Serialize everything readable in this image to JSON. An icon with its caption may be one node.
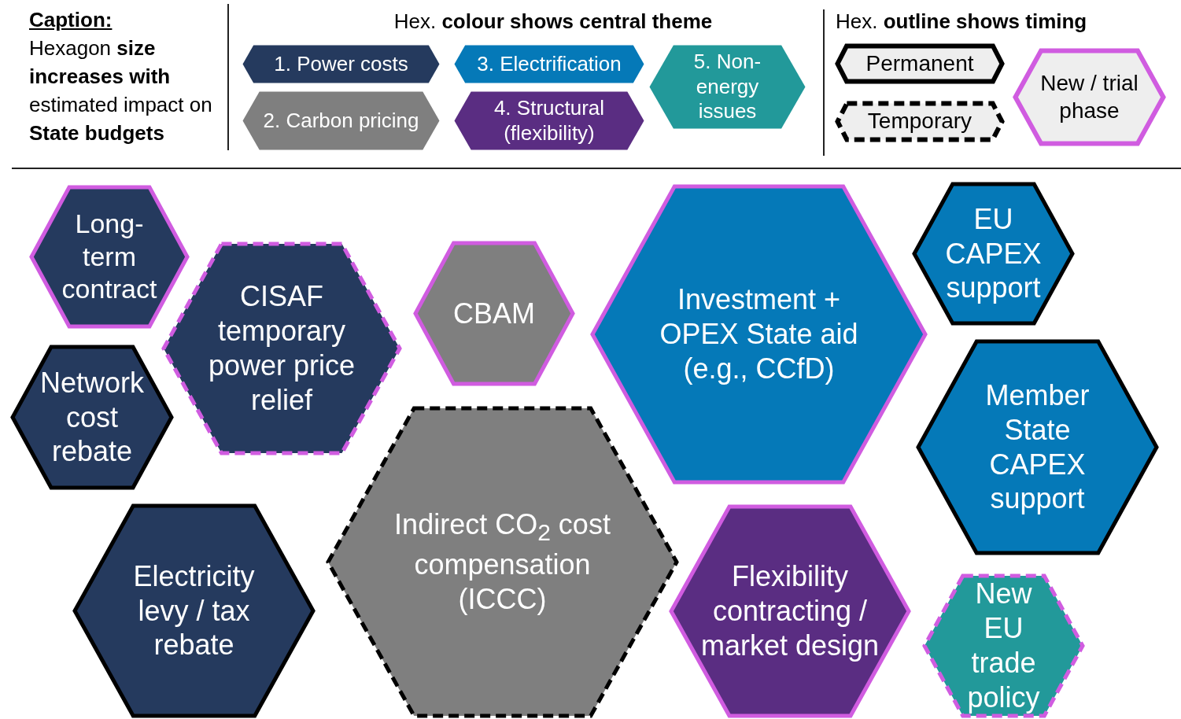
{
  "diagram": {
    "nodes": [
      {
        "text": [
          "Long-term contract"
        ]
      },
      {
        "text": [
          "CISAF temporary power price relief"
        ]
      },
      {
        "text": [
          "CBAM"
        ]
      },
      {
        "text": [
          "Investment + OPEX State aid (e.g., CCfD)"
        ]
      },
      {
        "text": [
          "EU CAPEX support"
        ]
      },
      {
        "text": [
          "Network cost rebate"
        ]
      },
      {
        "text": [
          "Member State CAPEX support"
        ]
      },
      {
        "text": [
          "Indirect CO$_{2}$ cost compensation (ICCC)"
        ]
      },
      {
        "text": [
          "Electricity levy / tax rebate"
        ]
      },
      {
        "text": [
          "Flexibility contracting / market design"
        ]
      },
      {
        "text": [
          "New EU trade policy"
        ]
      }
    ],
    "edges": [],
    "labels": [
      "Caption:",
      "Hexagon **size increases with** estimated impact on **State budgets**",
      "Hex. **colour shows central theme**",
      "Hex. **outline shows timing**"
    ],
    "legend": [
      {
        "text": "1. Power costs",
        "color": "#253a5e"
      },
      {
        "text": "2. Carbon pricing",
        "color": "#7f7f7f"
      },
      {
        "text": "3. Electrification",
        "color": "#0579b8"
      },
      {
        "text": "4. Structural (flexibility)",
        "color": "#5a2d82"
      },
      {
        "text": "5. Non-energy issues",
        "color": "#22999a"
      },
      {
        "text": "Permanent"
      },
      {
        "text": "Temporary"
      },
      {
        "text": "New / trial phase"
      }
    ]
  }
}
